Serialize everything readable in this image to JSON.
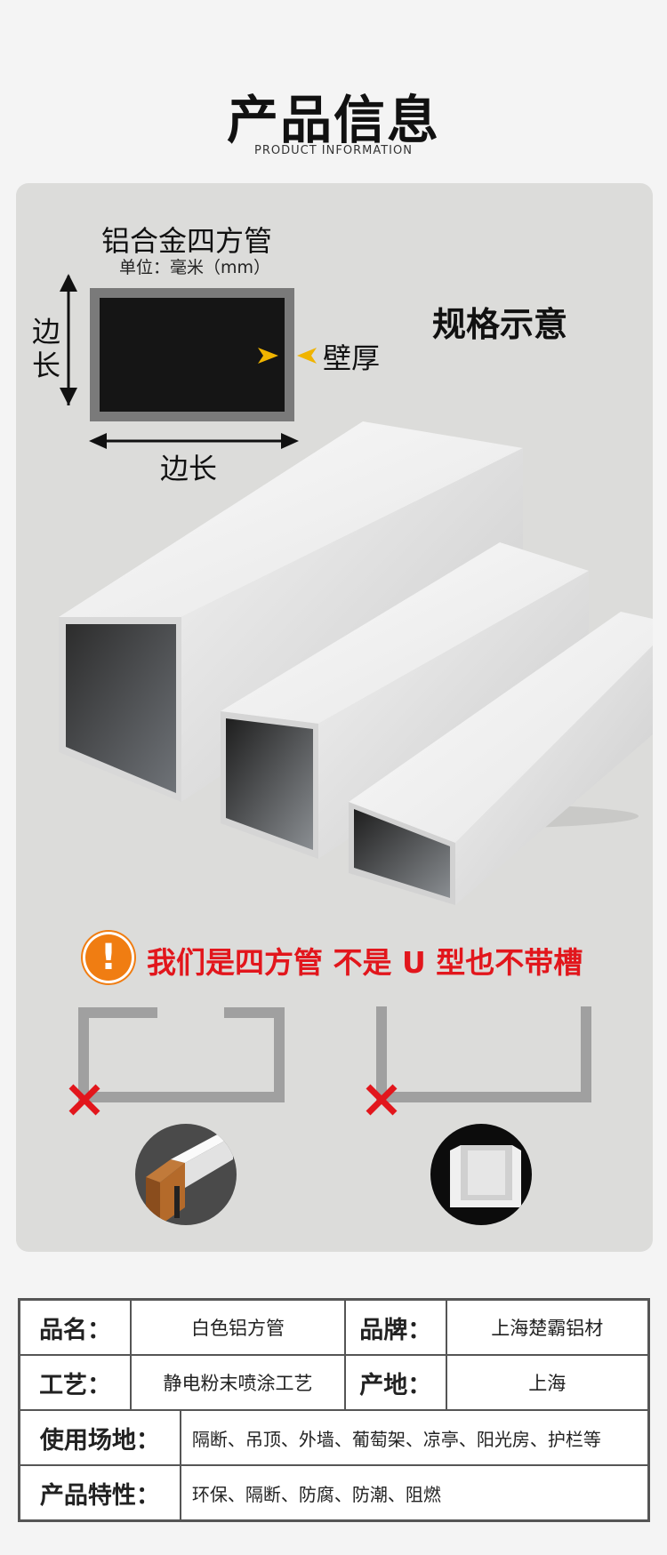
{
  "header": {
    "title": "产品信息",
    "subtitle": "PRODUCT INFORMATION"
  },
  "diagram": {
    "title": "铝合金四方管",
    "unit": "单位：毫米（mm）",
    "spec_label": "规格示意",
    "side_label_vertical": "边长",
    "side_label_horizontal": "边长",
    "wall_label": "壁厚"
  },
  "warning": {
    "text": "我们是四方管  不是 U 型也不带槽"
  },
  "specs": {
    "rows": [
      {
        "k1": "品名：",
        "v1": "白色铝方管",
        "k2": "品牌：",
        "v2": "上海楚霸铝材"
      },
      {
        "k1": "工艺：",
        "v1": "静电粉末喷涂工艺",
        "k2": "产地：",
        "v2": "上海"
      },
      {
        "k": "使用场地：",
        "v": "隔断、吊顶、外墙、葡萄架、凉亭、阳光房、护栏等"
      },
      {
        "k": "产品特性：",
        "v": "环保、隔断、防腐、防潮、阻燃"
      }
    ]
  },
  "colors": {
    "accent_red": "#e2161c",
    "warning_orange": "#f07d12",
    "arrow_yellow": "#f0b400",
    "panel_bg": "#dcdcda"
  }
}
